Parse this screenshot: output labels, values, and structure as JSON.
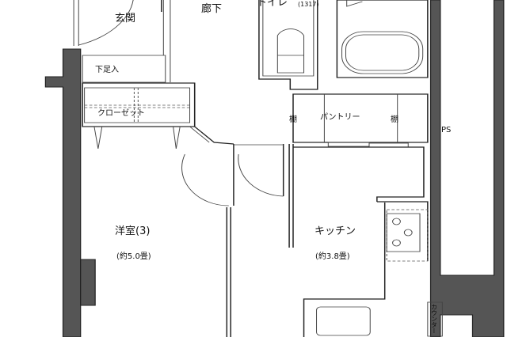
{
  "plan": {
    "rooms": {
      "entrance": "玄関",
      "hallway": "廊下",
      "toilet": "トイレ",
      "bath_size": "(1317)",
      "shoe_storage": "下足入",
      "closet": "クローゼット",
      "shelf_left": "棚",
      "pantry": "パントリー",
      "shelf_right": "棚",
      "pipe_space": "PS",
      "western_room": "洋室(3)",
      "western_room_size": "(約5.0畳)",
      "kitchen": "キッチン",
      "kitchen_size": "(約3.8畳)",
      "counter": "カウンター"
    },
    "colors": {
      "wall": "#555555",
      "line": "#222222",
      "background": "#ffffff"
    }
  }
}
